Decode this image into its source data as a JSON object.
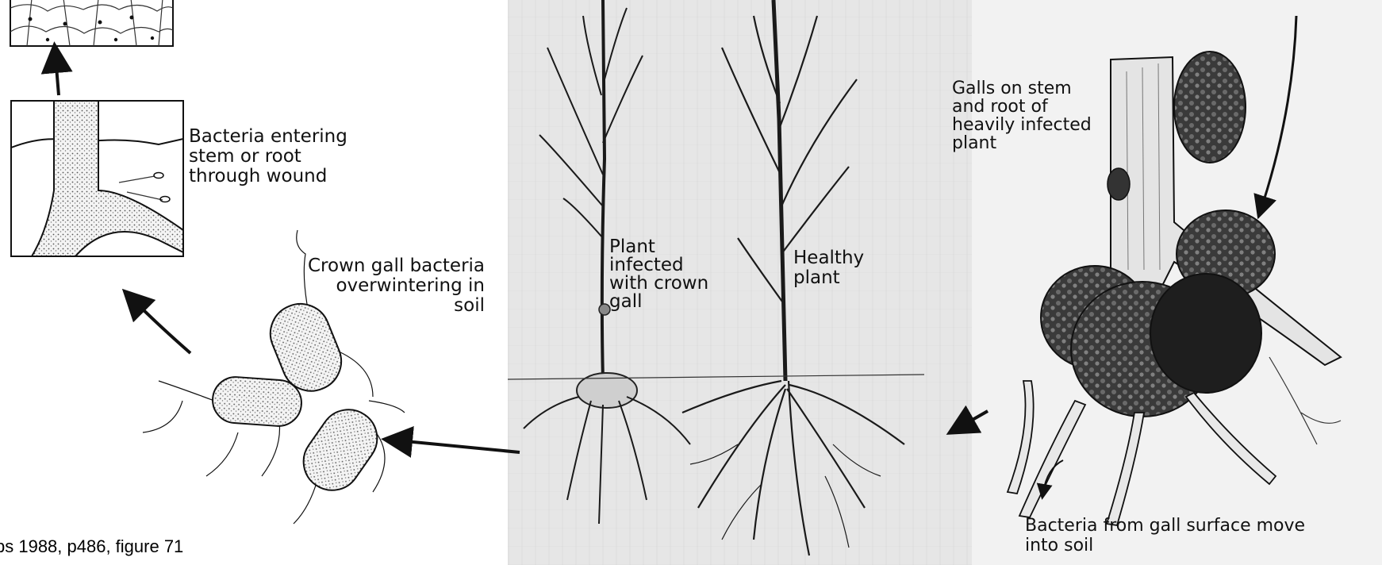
{
  "labels": {
    "bacteria_entering": "Bacteria entering\nstem or root\nthrough wound",
    "crown_gall_bacteria": "Crown gall bacteria\noverwintering in\nsoil",
    "plant_infected": "Plant\ninfected\nwith crown\ngall",
    "healthy_plant": "Healthy\nplant",
    "galls_on_stem": "Galls on stem\nand root of\nheavily infected\nplant",
    "bacteria_from_gall": "Bacteria from gall surface move\ninto soil"
  },
  "citation": "ps 1988, p486, figure 71",
  "colors": {
    "ink": "#111111",
    "gall": "#3a3a3a",
    "photo_bg": "#e6e6e6"
  }
}
